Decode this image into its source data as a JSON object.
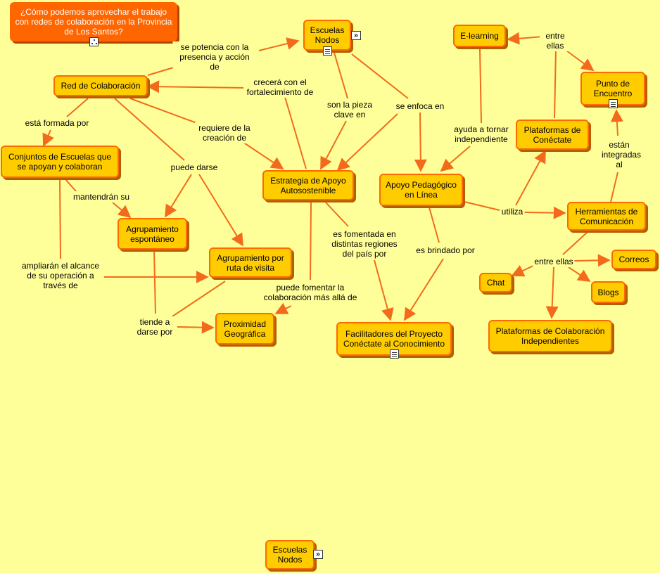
{
  "nodes": {
    "question": "¿Cómo podemos aprovechar el trabajo con redes de colaboración en la Provincia de Los Santos?",
    "escuelas_nodos": "Escuelas Nodos",
    "red": "Red de Colaboración",
    "elearning": "E-learning",
    "punto": "Punto de Encuentro",
    "conjuntos": "Conjuntos de Escuelas que se apoyan y colaboran",
    "plataformas_conectate": "Plataformas de Conéctate",
    "estrategia": "Estrategia de Apoyo Autosostenible",
    "apoyo": "Apoyo Pedagógico en Línea",
    "herramientas": "Herramientas de Comunicación",
    "espontaneo": "Agrupamiento espontáneo",
    "ruta": "Agrupamiento por ruta de visita",
    "correos": "Correos",
    "chat": "Chat",
    "blogs": "Blogs",
    "proximidad": "Proximidad Geográfica",
    "facilitadores": "Facilitadores del Proyecto Conéctate al Conocimiento",
    "plataformas_colab": "Plataformas de Colaboración Independientes",
    "escuelas_nodos_2": "Escuelas Nodos"
  },
  "links": {
    "se_potencia": "se potencia con la presencia y acción de",
    "crecera": "crecerá con el fortalecimiento de",
    "son_pieza": "son la pieza clave en",
    "se_enfoca": "se enfoca en",
    "entre_ellas_top": "entre ellas",
    "esta_formada": "está formada por",
    "requiere": "requiere de la creación de",
    "ayuda": "ayuda a tornar independiente",
    "estan_integradas": "están integradas al",
    "puede_darse": "puede darse",
    "mantendran": "mantendrán su",
    "utiliza": "utiliza",
    "es_fomentada": "es fomentada en distintas regiones del país por",
    "es_brindado": "es brindado por",
    "ampliaran": "ampliarán el alcance de su operación a través de",
    "entre_ellas": "entre ellas",
    "puede_fomentar": "puede fomentar la colaboración más allá de",
    "tiende": "tiende a darse por"
  },
  "icons": {
    "question": "concept-map-icon",
    "escuelas_nodos_doc": "document-icon",
    "escuelas_nodos_link": "double-chevron-right-icon",
    "punto_doc": "document-icon",
    "facilitadores_doc": "document-icon",
    "escuelas_nodos_2_link": "double-chevron-right-icon"
  },
  "colors": {
    "background": "#ffff99",
    "node_fill": "#ffcc00",
    "node_border": "#ff6a00",
    "question_fill": "#ff6600",
    "connector": "#f26b1d"
  }
}
